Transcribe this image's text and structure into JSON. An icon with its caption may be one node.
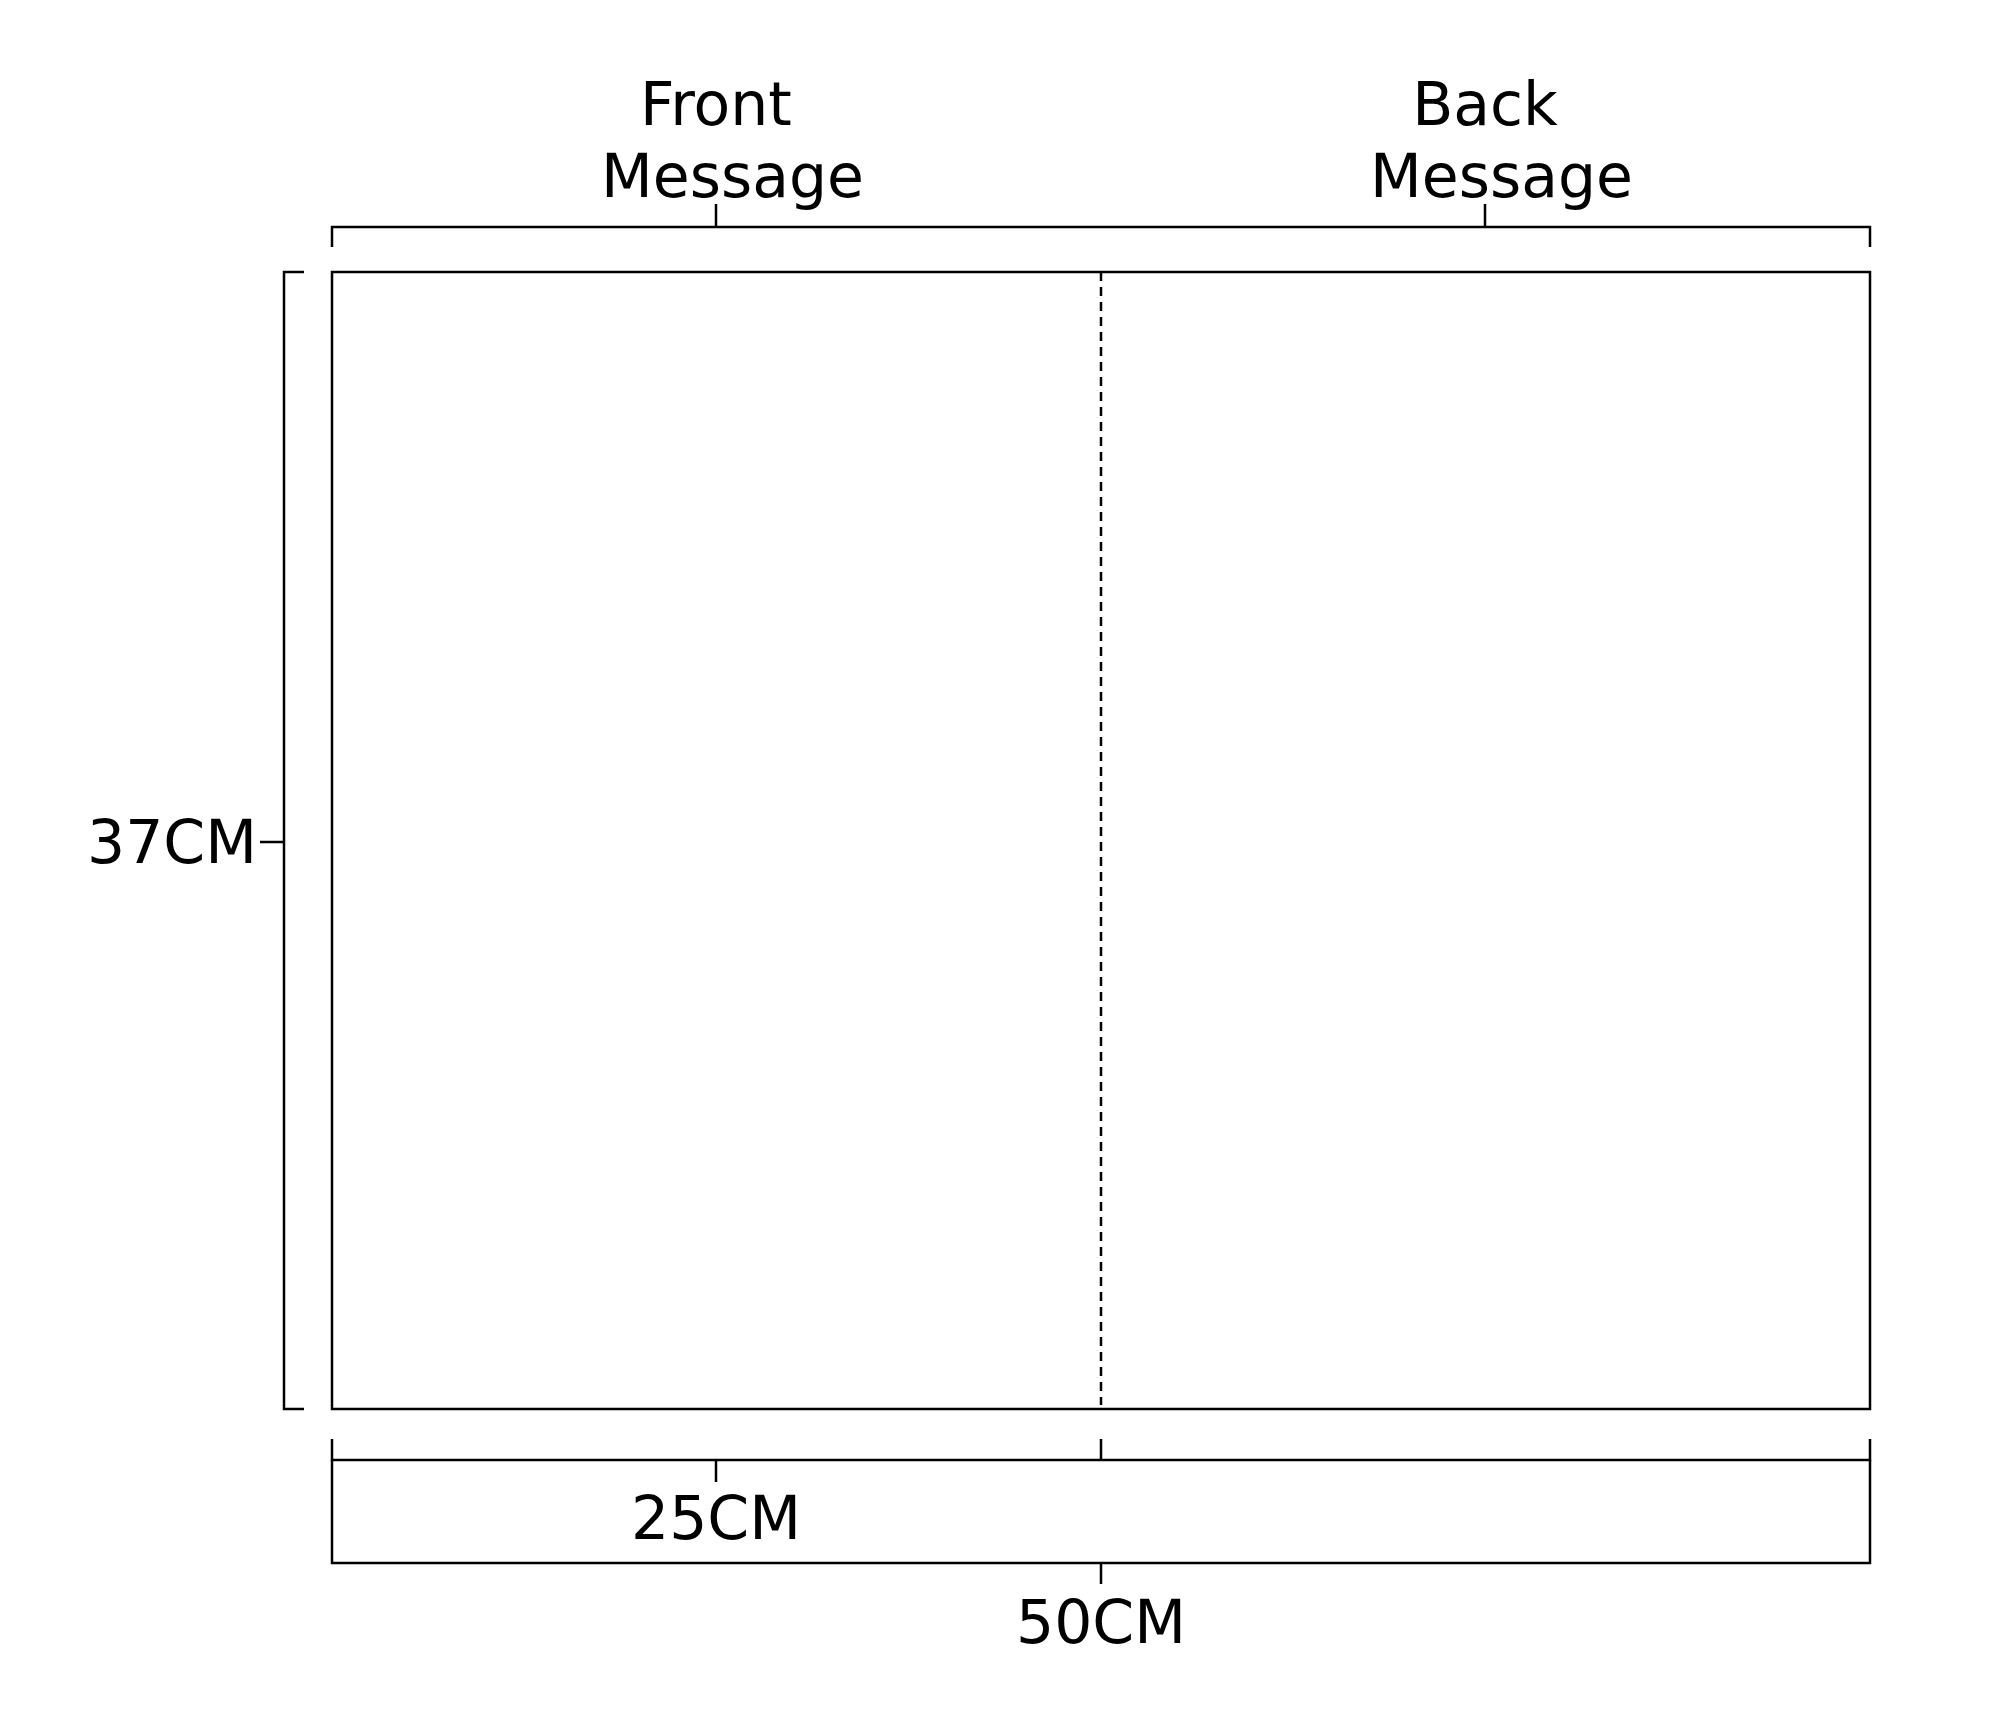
{
  "diagram": {
    "labels": [
      "Front Message",
      "Back Message",
      "37CM",
      "25CM",
      "50CM"
    ]
  }
}
